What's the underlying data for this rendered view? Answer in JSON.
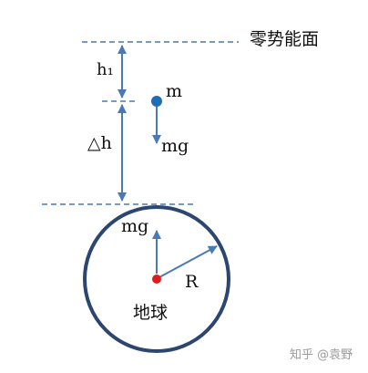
{
  "labels": {
    "zero_potential_plane": "零势能面",
    "h1": "h₁",
    "mass": "m",
    "delta_h": "△h",
    "weight_top": "mg",
    "weight_earth": "mg",
    "radius": "R",
    "earth": "地球"
  },
  "watermark": "知乎 @袁野",
  "colors": {
    "line": "#4a7ab3",
    "earth_outline": "#2c4670",
    "mass_dot": "#1f6db5",
    "center_dot": "#e01b1b",
    "text": "#111111"
  }
}
